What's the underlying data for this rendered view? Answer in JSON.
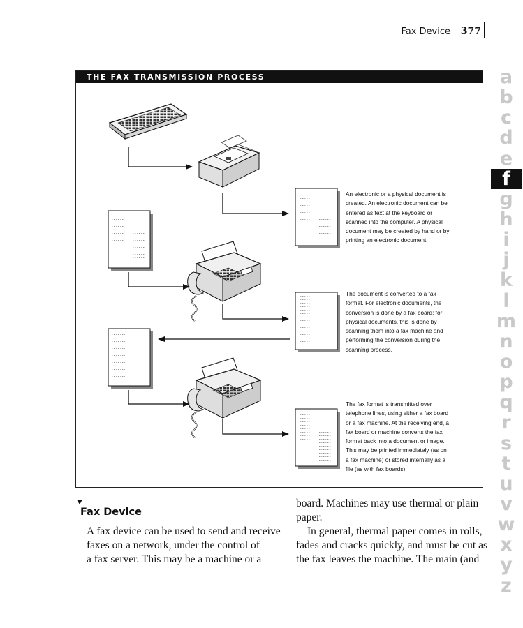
{
  "header": {
    "title": "Fax Device",
    "page_number": "377"
  },
  "figure": {
    "banner": "THE FAX TRANSMISSION PROCESS",
    "captions": [
      "An electronic or a physical document is created. An electronic document can be entered as text at the keyboard or scanned into the computer. A physical document may be created by hand or by printing an electronic document.",
      "The document is converted to a fax format. For electronic documents, the conversion is done by a fax board; for physical documents, this is done by scanning them into a fax machine and performing the conversion during the scanning process.",
      "The fax format is transmitted over telephone lines, using either a fax board or a fax machine. At the receiving end, a fax board or machine converts the fax format back into a document or image. This may be printed immediately (as on a fax machine) or stored internally as a file (as with fax boards)."
    ],
    "icons": [
      "keyboard-icon",
      "scanner-icon",
      "fax-machine-icon",
      "document-icon",
      "arrow-icon"
    ]
  },
  "alphabet_index": {
    "letters": [
      "a",
      "b",
      "c",
      "d",
      "e",
      "f",
      "g",
      "h",
      "i",
      "j",
      "k",
      "l",
      "m",
      "n",
      "o",
      "p",
      "q",
      "r",
      "s",
      "t",
      "u",
      "v",
      "w",
      "x",
      "y",
      "z"
    ],
    "active": "f"
  },
  "section": {
    "heading": "Fax Device",
    "left_column": [
      "A fax device can be used to send and receive",
      "faxes on a network, under the control of",
      "a fax server. This may be a machine or a"
    ],
    "right_column": [
      "board. Machines may use thermal or plain",
      "paper.",
      "In general, thermal paper comes in rolls,",
      "fades and cracks quickly, and must be cut as",
      "the fax leaves the machine. The main (and"
    ]
  }
}
